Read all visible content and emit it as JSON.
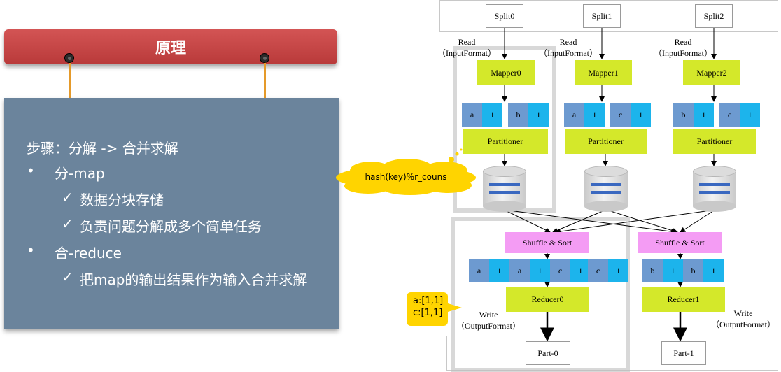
{
  "principle": {
    "title": "原理",
    "steps_title": "步骤：分解 ->  合并求解",
    "items": [
      {
        "bullet": "•",
        "label": "分-map",
        "subitems": [
          "数据分块存储",
          "负责问题分解成多个简单任务"
        ]
      },
      {
        "bullet": "•",
        "label": "合-reduce",
        "subitems": [
          "把map的输出结果作为输入合并求解"
        ]
      }
    ],
    "check": "✓"
  },
  "diagram": {
    "splits": [
      "Split0",
      "Split1",
      "Split2"
    ],
    "read_labels": [
      {
        "line1": "Read",
        "line2": "（InputFormat）"
      },
      {
        "line1": "Read",
        "line2": "（InputFormat）"
      },
      {
        "line1": "Read",
        "line2": "（InputFormat）"
      }
    ],
    "mappers": [
      "Mapper0",
      "Mapper1",
      "Mapper2"
    ],
    "map_outputs": [
      [
        "a",
        "1",
        "b",
        "1"
      ],
      [
        "a",
        "1",
        "c",
        "1"
      ],
      [
        "b",
        "1",
        "c",
        "1"
      ]
    ],
    "partitioners": [
      "Partitioner",
      "Partitioner",
      "Partitioner"
    ],
    "hash_label": "hash(key)%r_couns",
    "shuffles": [
      "Shuffle & Sort",
      "Shuffle & Sort"
    ],
    "reducer_inputs": [
      [
        "a",
        "1",
        "a",
        "1",
        "c",
        "1",
        "c",
        "1"
      ],
      [
        "b",
        "1",
        "b",
        "1"
      ]
    ],
    "reducers": [
      "Reducer0",
      "Reducer1"
    ],
    "write_labels": [
      {
        "line1": "Write",
        "line2": "（OutputFormat）"
      },
      {
        "line1": "Write",
        "line2": "（OutputFormat）"
      }
    ],
    "parts": [
      "Part-0",
      "Part-1"
    ],
    "reducer_result": [
      "a:[1,1]",
      "c:[1,1]"
    ]
  }
}
